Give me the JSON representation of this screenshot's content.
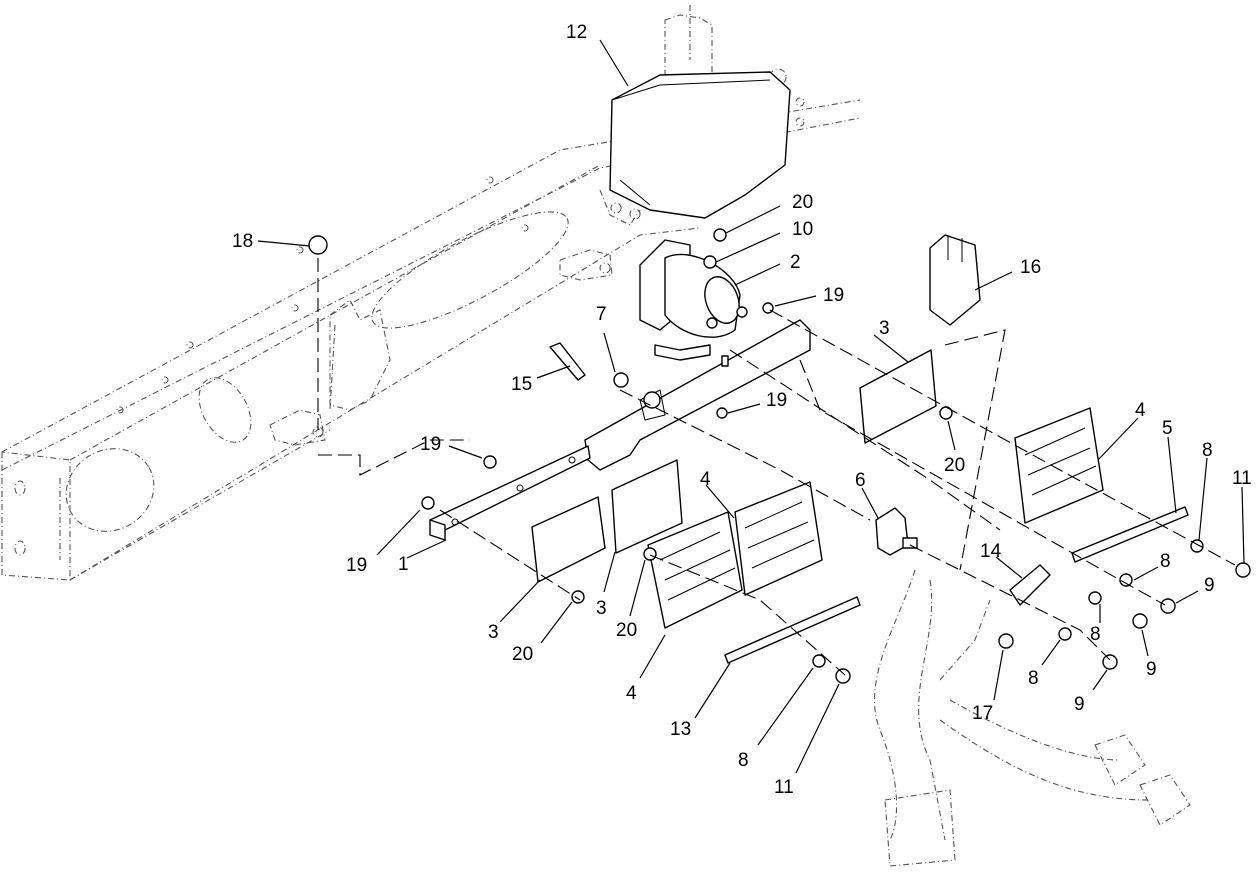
{
  "callouts": [
    {
      "id": "c12",
      "text": "12"
    },
    {
      "id": "c18",
      "text": "18"
    },
    {
      "id": "c20a",
      "text": "20"
    },
    {
      "id": "c10",
      "text": "10"
    },
    {
      "id": "c2",
      "text": "2"
    },
    {
      "id": "c19a",
      "text": "19"
    },
    {
      "id": "c16",
      "text": "16"
    },
    {
      "id": "c7",
      "text": "7"
    },
    {
      "id": "c15",
      "text": "15"
    },
    {
      "id": "c3a",
      "text": "3"
    },
    {
      "id": "c19b",
      "text": "19"
    },
    {
      "id": "c4a",
      "text": "4"
    },
    {
      "id": "c5",
      "text": "5"
    },
    {
      "id": "c8a",
      "text": "8"
    },
    {
      "id": "c11a",
      "text": "11"
    },
    {
      "id": "c20b",
      "text": "20"
    },
    {
      "id": "c19c",
      "text": "19"
    },
    {
      "id": "c4b",
      "text": "4"
    },
    {
      "id": "c6",
      "text": "6"
    },
    {
      "id": "c14",
      "text": "14"
    },
    {
      "id": "c8b",
      "text": "8"
    },
    {
      "id": "c9a",
      "text": "9"
    },
    {
      "id": "c19d",
      "text": "19"
    },
    {
      "id": "c1",
      "text": "1"
    },
    {
      "id": "c3b",
      "text": "3"
    },
    {
      "id": "c3c",
      "text": "3"
    },
    {
      "id": "c20c",
      "text": "20"
    },
    {
      "id": "c20d",
      "text": "20"
    },
    {
      "id": "c8c",
      "text": "8"
    },
    {
      "id": "c9b",
      "text": "9"
    },
    {
      "id": "c8d",
      "text": "8"
    },
    {
      "id": "c9c",
      "text": "9"
    },
    {
      "id": "c4c",
      "text": "4"
    },
    {
      "id": "c17",
      "text": "17"
    },
    {
      "id": "c13",
      "text": "13"
    },
    {
      "id": "c8e",
      "text": "8"
    },
    {
      "id": "c11b",
      "text": "11"
    }
  ]
}
